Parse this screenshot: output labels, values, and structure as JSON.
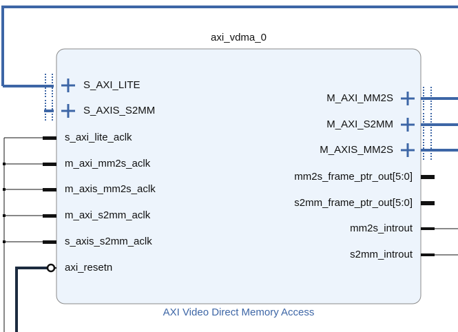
{
  "block": {
    "instance_name": "axi_vdma_0",
    "ip_name": "AXI Video Direct Memory Access"
  },
  "left_interfaces": [
    {
      "label": "S_AXI_LITE"
    },
    {
      "label": "S_AXIS_S2MM"
    }
  ],
  "left_ports": [
    {
      "label": "s_axi_lite_aclk"
    },
    {
      "label": "m_axi_mm2s_aclk"
    },
    {
      "label": "m_axis_mm2s_aclk"
    },
    {
      "label": "m_axi_s2mm_aclk"
    },
    {
      "label": "s_axis_s2mm_aclk"
    },
    {
      "label": "axi_resetn"
    }
  ],
  "right_interfaces": [
    {
      "label": "M_AXI_MM2S"
    },
    {
      "label": "M_AXI_S2MM"
    },
    {
      "label": "M_AXIS_MM2S"
    }
  ],
  "right_ports": [
    {
      "label": "mm2s_frame_ptr_out[5:0]"
    },
    {
      "label": "s2mm_frame_ptr_out[5:0]"
    },
    {
      "label": "mm2s_introut"
    },
    {
      "label": "s2mm_introut"
    }
  ],
  "colors": {
    "block_fill": "#edf4fc",
    "block_border": "#8a8a8a",
    "interface_blue": "#3d66a6",
    "wire_black": "#111111",
    "wire_navy": "#1c2b3f"
  }
}
